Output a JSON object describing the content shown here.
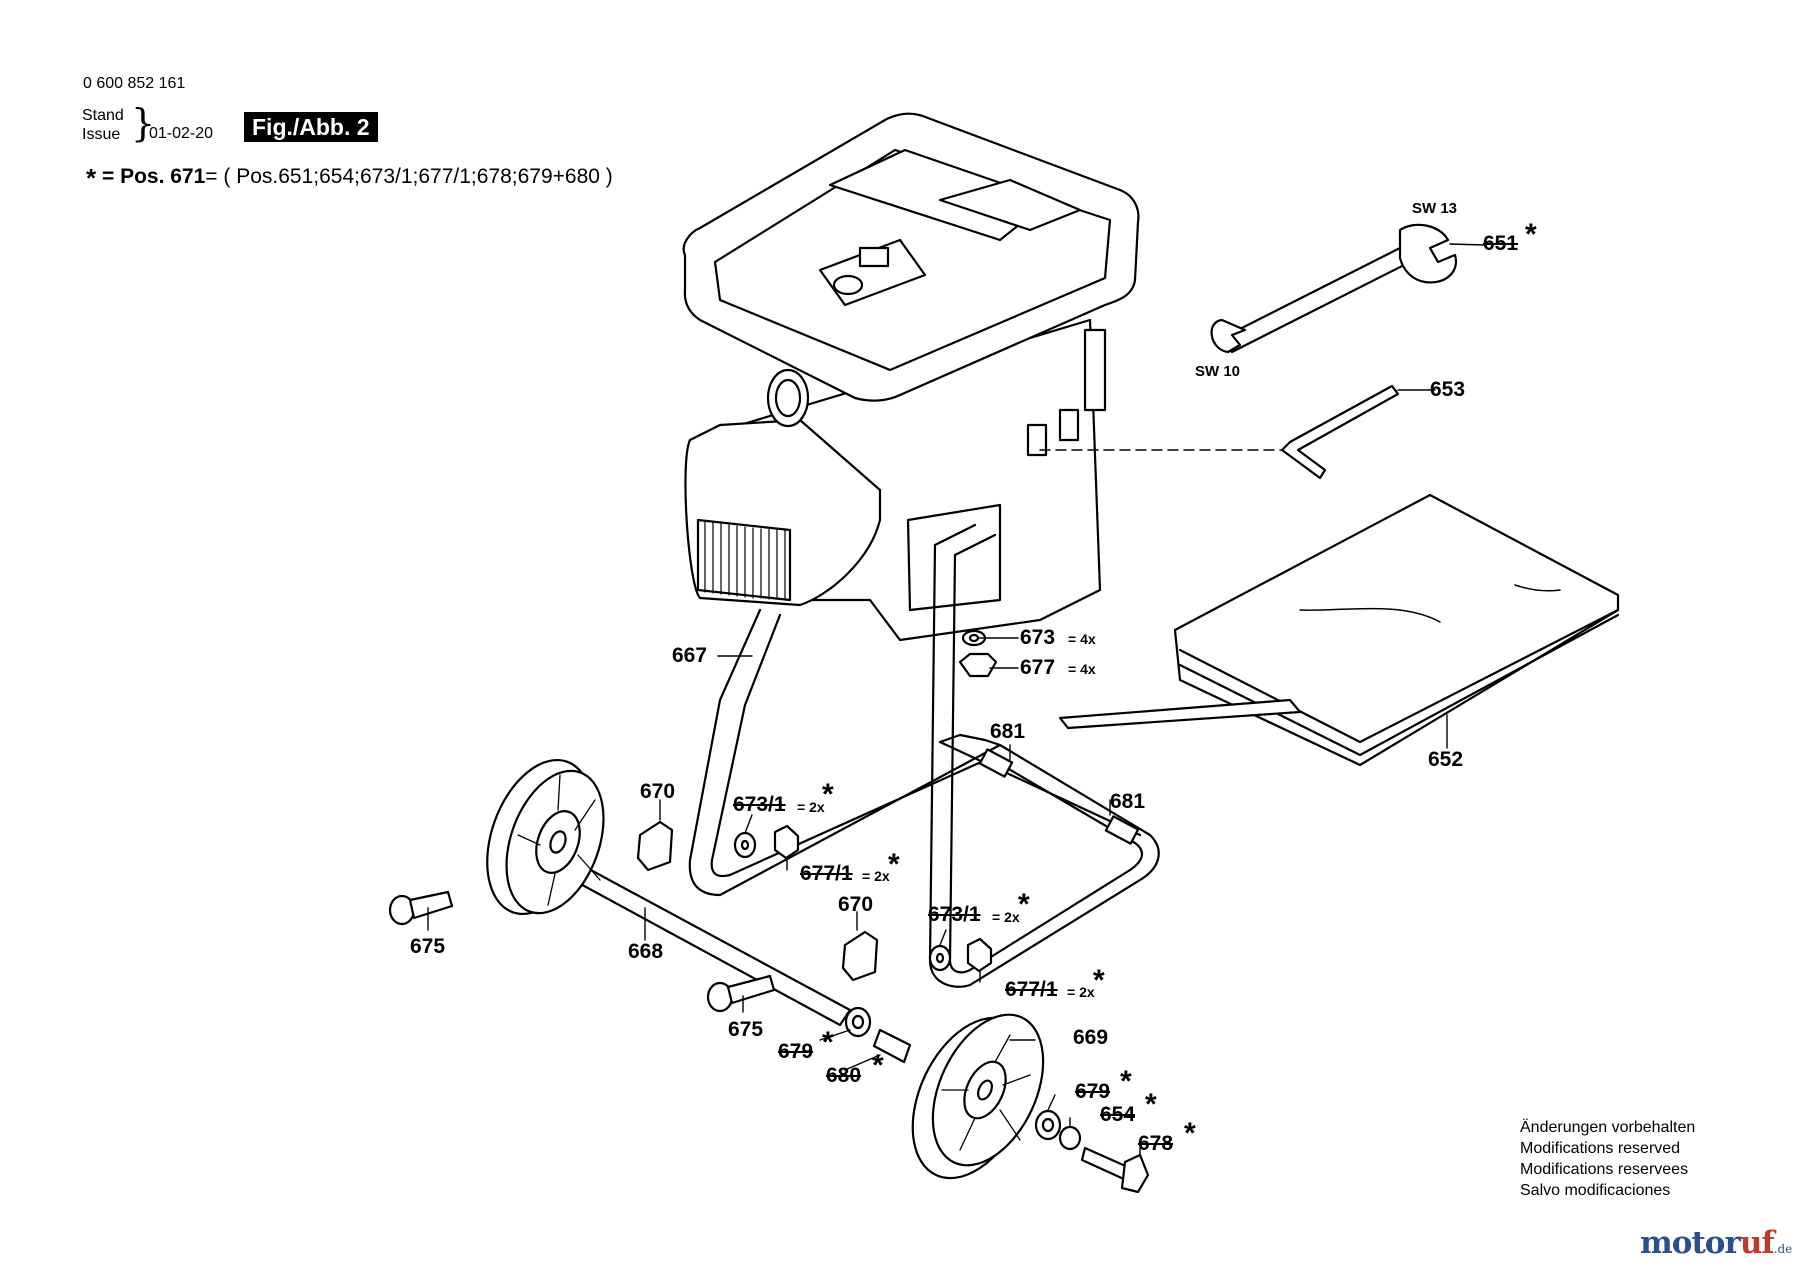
{
  "header": {
    "part_number": "0 600 852 161",
    "stand_label": "Stand",
    "issue_label": "Issue",
    "issue_date": "01-02-20",
    "figure_label": "Fig./Abb. 2",
    "note_star": "*",
    "note_pos_label": "= Pos. 671",
    "note_contents": "= ( Pos.651;654;673/1;677/1;678;679+680 )"
  },
  "parts": {
    "p651": "651",
    "p651_star": "*",
    "sw13": "SW 13",
    "sw10": "SW 10",
    "p653": "653",
    "p652": "652",
    "p667": "667",
    "p673": "673",
    "p673_qty": "= 4x",
    "p677": "677",
    "p677_qty": "= 4x",
    "p681a": "681",
    "p681b": "681",
    "p670a": "670",
    "p670b": "670",
    "p673_1a": "673/1",
    "p673_1a_qty": "= 2x",
    "p673_1a_star": "*",
    "p677_1a": "677/1",
    "p677_1a_qty": "= 2x",
    "p677_1a_star": "*",
    "p673_1b": "673/1",
    "p673_1b_qty": "= 2x",
    "p673_1b_star": "*",
    "p677_1b": "677/1",
    "p677_1b_qty": "= 2x",
    "p677_1b_star": "*",
    "p675a": "675",
    "p675b": "675",
    "p668": "668",
    "p669": "669",
    "p679a": "679",
    "p679a_star": "*",
    "p680": "680",
    "p680_star": "*",
    "p679b": "679",
    "p679b_star": "*",
    "p654": "654",
    "p654_star": "*",
    "p678": "678",
    "p678_star": "*"
  },
  "footer": {
    "mods": [
      "Änderungen vorbehalten",
      "Modifications reserved",
      "Modifications reservees",
      "Salvo modificaciones"
    ],
    "brand_main": "motor",
    "brand_accent": "uf",
    "brand_tld": ".de"
  }
}
